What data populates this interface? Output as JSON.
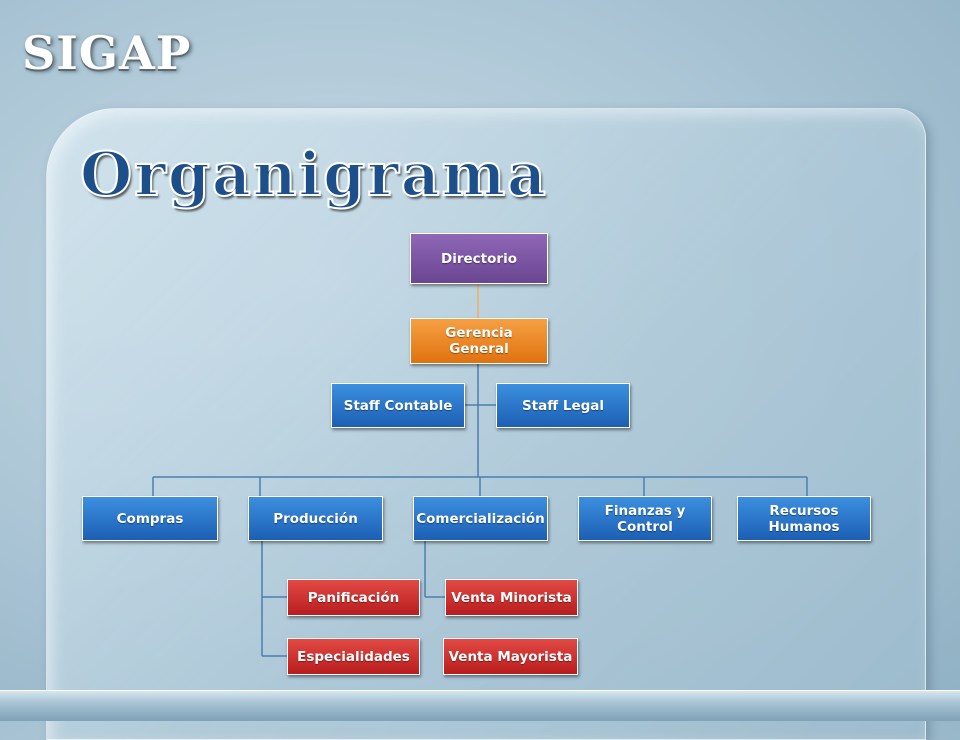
{
  "brand": "SIGAP",
  "heading": "Organigrama",
  "org": {
    "directorio": "Directorio",
    "gerencia": "Gerencia General",
    "staff_contable": "Staff Contable",
    "staff_legal": "Staff Legal",
    "compras": "Compras",
    "produccion": "Producción",
    "comercializacion": "Comercialización",
    "finanzas": "Finanzas y Control",
    "rrhh": "Recursos Humanos",
    "panificacion": "Panificación",
    "especialidades": "Especialidades",
    "venta_minorista": "Venta Minorista",
    "venta_mayorista": "Venta Mayorista"
  },
  "colors": {
    "top_level": "#7b55a5",
    "management": "#ef8a2a",
    "department": "#2a76cc",
    "sub_unit": "#cc2f2f",
    "connector": "#4a7fb0"
  }
}
